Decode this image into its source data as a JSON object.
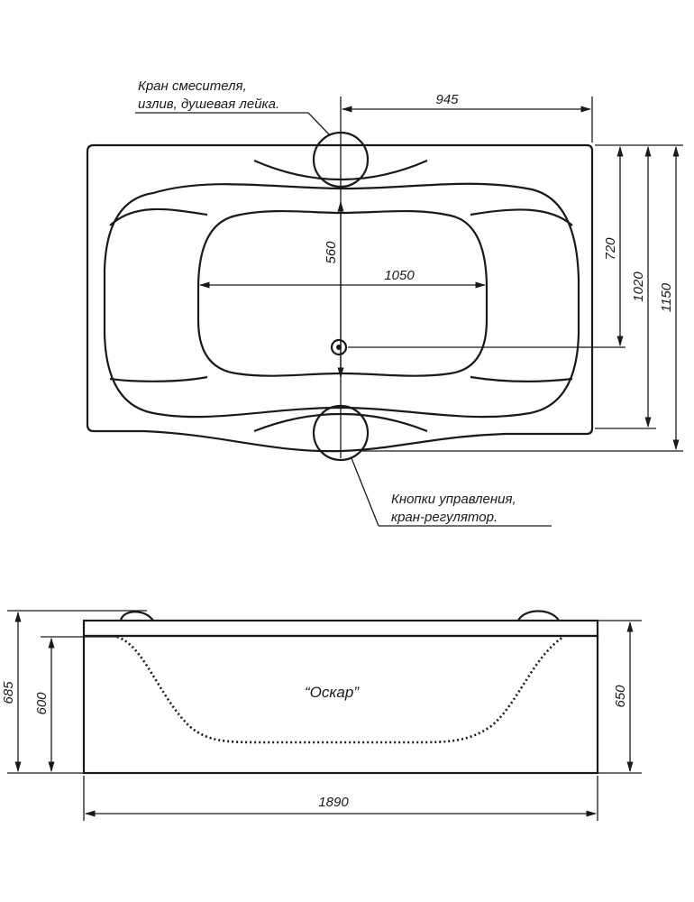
{
  "top_view": {
    "callout_faucet": [
      "Кран смесителя,",
      "излив, душевая лейка."
    ],
    "callout_controls": [
      "Кнопки управления,",
      "кран-регулятор."
    ],
    "dims": {
      "faucet_offset": "945",
      "inner_width": "1050",
      "inner_depth": "560",
      "drain_depth": "720",
      "depth_short": "1020",
      "depth_total": "1150"
    }
  },
  "side_view": {
    "model_name": "“Оскар”",
    "dims": {
      "height_total": "685",
      "height_panel": "600",
      "height_rim": "650",
      "length": "1890"
    }
  }
}
